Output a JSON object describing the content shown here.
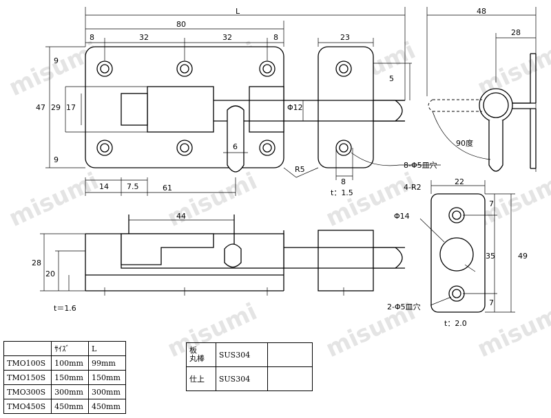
{
  "watermark": "misumi",
  "dims": {
    "L": "L",
    "d80": "80",
    "d8a": "8",
    "d32a": "32",
    "d32b": "32",
    "d8b": "8",
    "d23": "23",
    "d48": "48",
    "d28a": "28",
    "d5": "5",
    "d47": "47",
    "d29": "29",
    "d17": "17",
    "d9a": "9",
    "d9b": "9",
    "phi12": "Φ12",
    "d6": "6",
    "r5": "R5",
    "d8c": "8",
    "holes8": "8-Φ5皿穴",
    "t15": "t：1.5",
    "d14": "14",
    "d75": "7.5",
    "d61": "61",
    "angle": "90度",
    "r2": "4-R2",
    "d22": "22",
    "d44": "44",
    "phi14": "Φ14",
    "d7a": "7",
    "d7b": "7",
    "d35": "35",
    "d49": "49",
    "holes2": "2-Φ5皿穴",
    "t20": "t：2.0",
    "d28b": "28",
    "d20": "20",
    "t16": "t＝1.6"
  },
  "size_table": {
    "headers": [
      "",
      "ｻｲｽﾞ",
      "L"
    ],
    "rows": [
      [
        "TMO100S",
        "100mm",
        "99mm"
      ],
      [
        "TMO150S",
        "150mm",
        "150mm"
      ],
      [
        "TMO300S",
        "300mm",
        "300mm"
      ],
      [
        "TMO450S",
        "450mm",
        "450mm"
      ]
    ]
  },
  "material_table": {
    "row1_label": "板\n丸棒",
    "row1_value": "SUS304",
    "row2_label": "仕上",
    "row2_value": "SUS304"
  }
}
